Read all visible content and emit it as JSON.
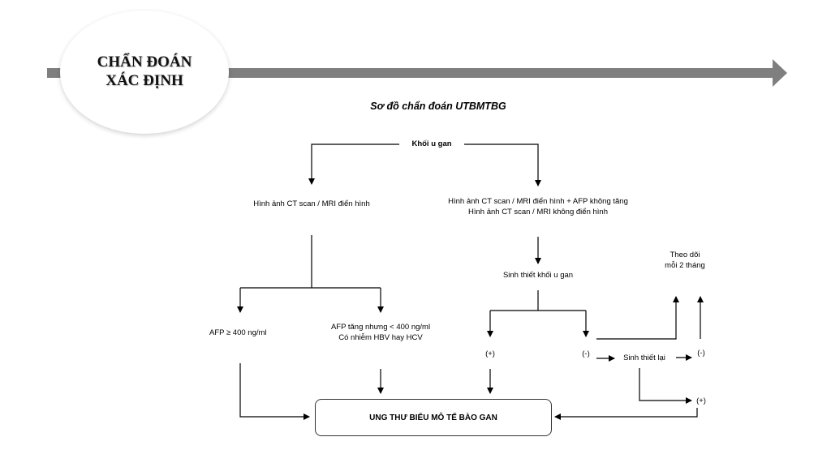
{
  "header": {
    "title_line1": "CHẨN ĐOÁN",
    "title_line2": "XÁC ĐỊNH"
  },
  "diagram": {
    "title": "Sơ đồ chẩn đoán UTBMTBG",
    "root": "Khối u gan",
    "left_branch": "Hình ảnh CT scan / MRI điển hình",
    "right_branch_line1": "Hình ảnh CT scan / MRI điển hình + AFP không tăng",
    "right_branch_line2": "Hình ảnh CT scan / MRI không điển hình",
    "afp_high": "AFP ≥ 400 ng/ml",
    "afp_mid_line1": "AFP tăng nhưng < 400 ng/ml",
    "afp_mid_line2": "Có nhiễm HBV hay HCV",
    "biopsy": "Sinh thiết khối u gan",
    "positive": "(+)",
    "negative": "(-)",
    "rebiopsy": "Sinh thiết lại",
    "followup_line1": "Theo dõi",
    "followup_line2": "mỗi 2 tháng",
    "rebiopsy_negative": "(-)",
    "rebiopsy_positive": "(+)",
    "result": "UNG THƯ BIỂU MÔ TẾ BÀO GAN"
  },
  "colors": {
    "banner_arrow": "#7f7f7f",
    "lines": "#000000"
  }
}
